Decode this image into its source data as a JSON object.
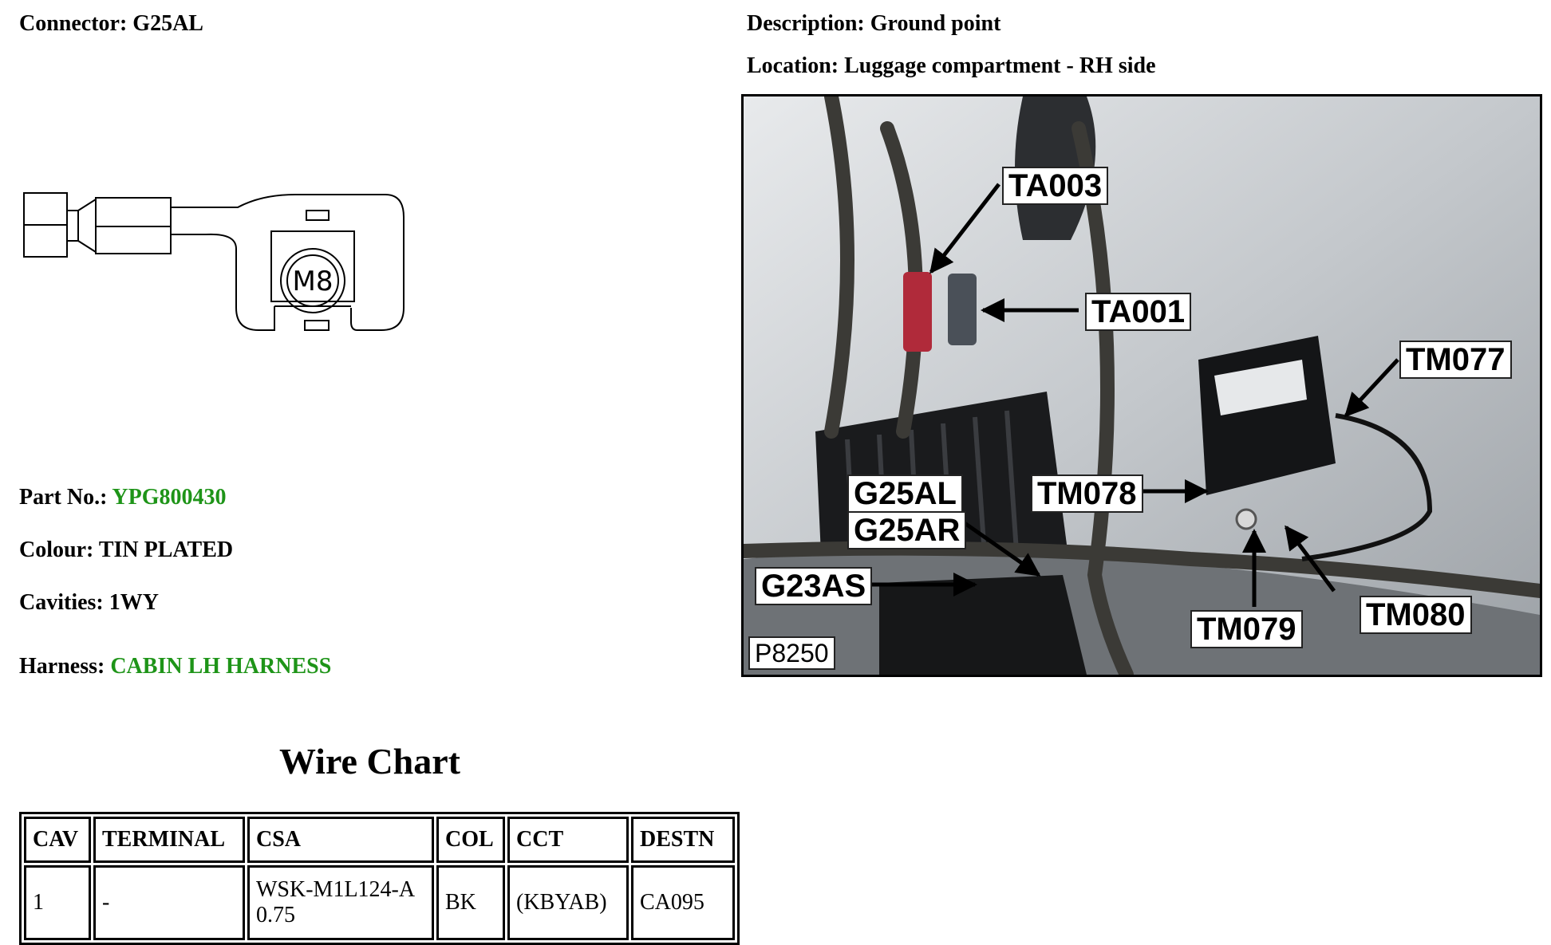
{
  "connector": {
    "label": "Connector:",
    "value": "G25AL"
  },
  "description": {
    "label": "Description:",
    "value": "Ground point"
  },
  "location": {
    "label": "Location:",
    "value": "Luggage compartment - RH side"
  },
  "diagram": {
    "stud_label": "M8"
  },
  "part_no": {
    "label": "Part No.:",
    "value": "YPG800430"
  },
  "colour": {
    "label": "Colour:",
    "value": "TIN PLATED"
  },
  "cavities": {
    "label": "Cavities:",
    "value": "1WY"
  },
  "harness": {
    "label": "Harness:",
    "value": "CABIN LH HARNESS"
  },
  "wire_chart": {
    "title": "Wire Chart",
    "headers": [
      "CAV",
      "TERMINAL",
      "CSA",
      "COL",
      "CCT",
      "DESTN"
    ],
    "rows": [
      [
        "1",
        "-",
        "WSK-M1L124-A 0.75",
        "BK",
        "(KBYAB)",
        "CA095"
      ]
    ]
  },
  "photo": {
    "code": "P8250",
    "callouts": {
      "ta003": "TA003",
      "ta001": "TA001",
      "tm077": "TM077",
      "tm078": "TM078",
      "g25al": "G25AL",
      "g25ar": "G25AR",
      "g23as": "G23AS",
      "tm079": "TM079",
      "tm080": "TM080"
    }
  },
  "colors": {
    "link_green": "#1e9418"
  }
}
